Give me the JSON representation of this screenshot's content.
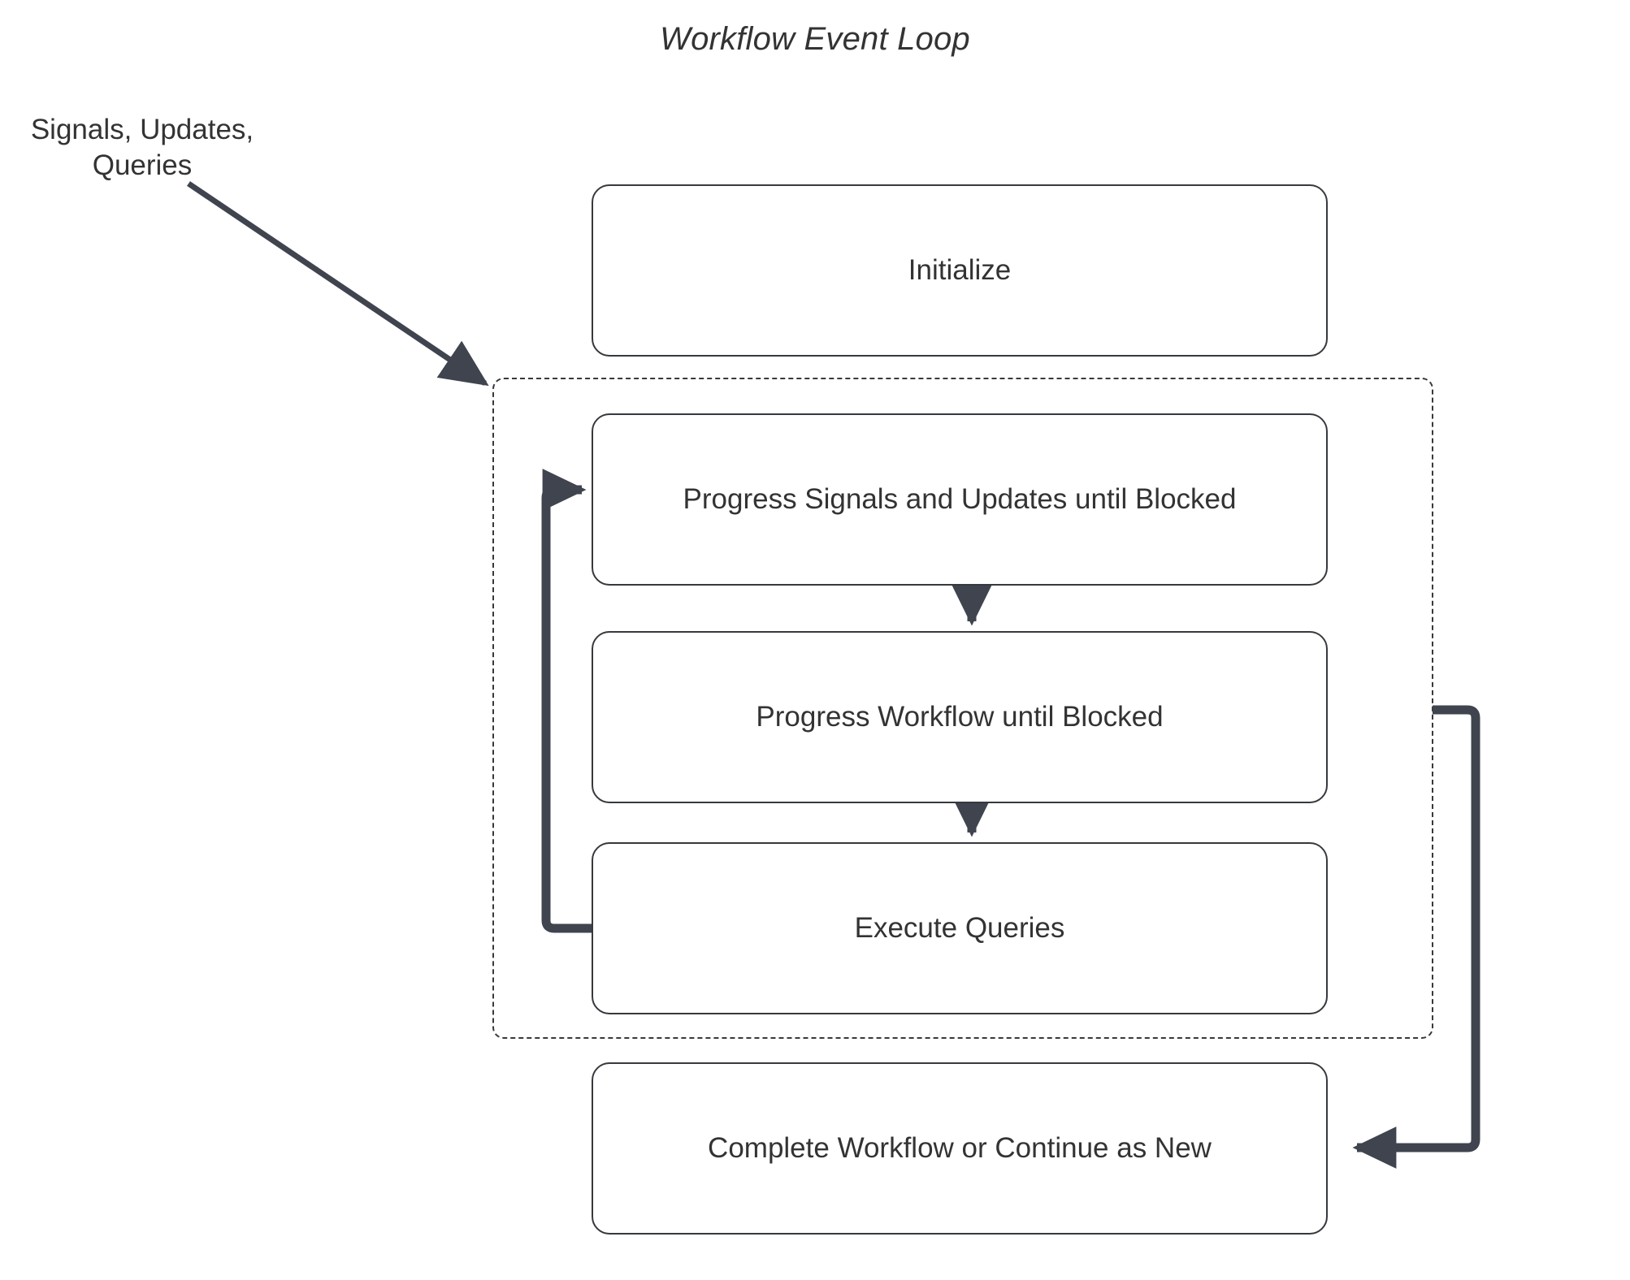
{
  "title": "Workflow Event Loop",
  "external_input": {
    "label_line1": "Signals, Updates,",
    "label_line2": "Queries"
  },
  "nodes": [
    {
      "id": "initialize",
      "label": "Initialize"
    },
    {
      "id": "progress-signals",
      "label": "Progress Signals and Updates until Blocked"
    },
    {
      "id": "progress-workflow",
      "label": "Progress Workflow until Blocked"
    },
    {
      "id": "execute-queries",
      "label": "Execute Queries"
    },
    {
      "id": "complete-workflow",
      "label": "Complete Workflow or Continue as New"
    }
  ],
  "loop_container": {
    "style": "dashed",
    "contains": [
      "progress-signals",
      "progress-workflow",
      "execute-queries"
    ]
  },
  "edges": [
    {
      "from": "external-input",
      "to": "loop-container",
      "style": "diagonal-arrow"
    },
    {
      "from": "progress-signals",
      "to": "progress-workflow",
      "style": "down-arrow"
    },
    {
      "from": "progress-workflow",
      "to": "execute-queries",
      "style": "down-arrow"
    },
    {
      "from": "execute-queries",
      "to": "progress-signals",
      "style": "loop-back-arrow"
    },
    {
      "from": "loop-container",
      "to": "complete-workflow",
      "style": "exit-arrow"
    }
  ],
  "colors": {
    "background": "#ffffff",
    "text": "#333333",
    "node_border": "#36393d",
    "edge": "#3f444f"
  }
}
